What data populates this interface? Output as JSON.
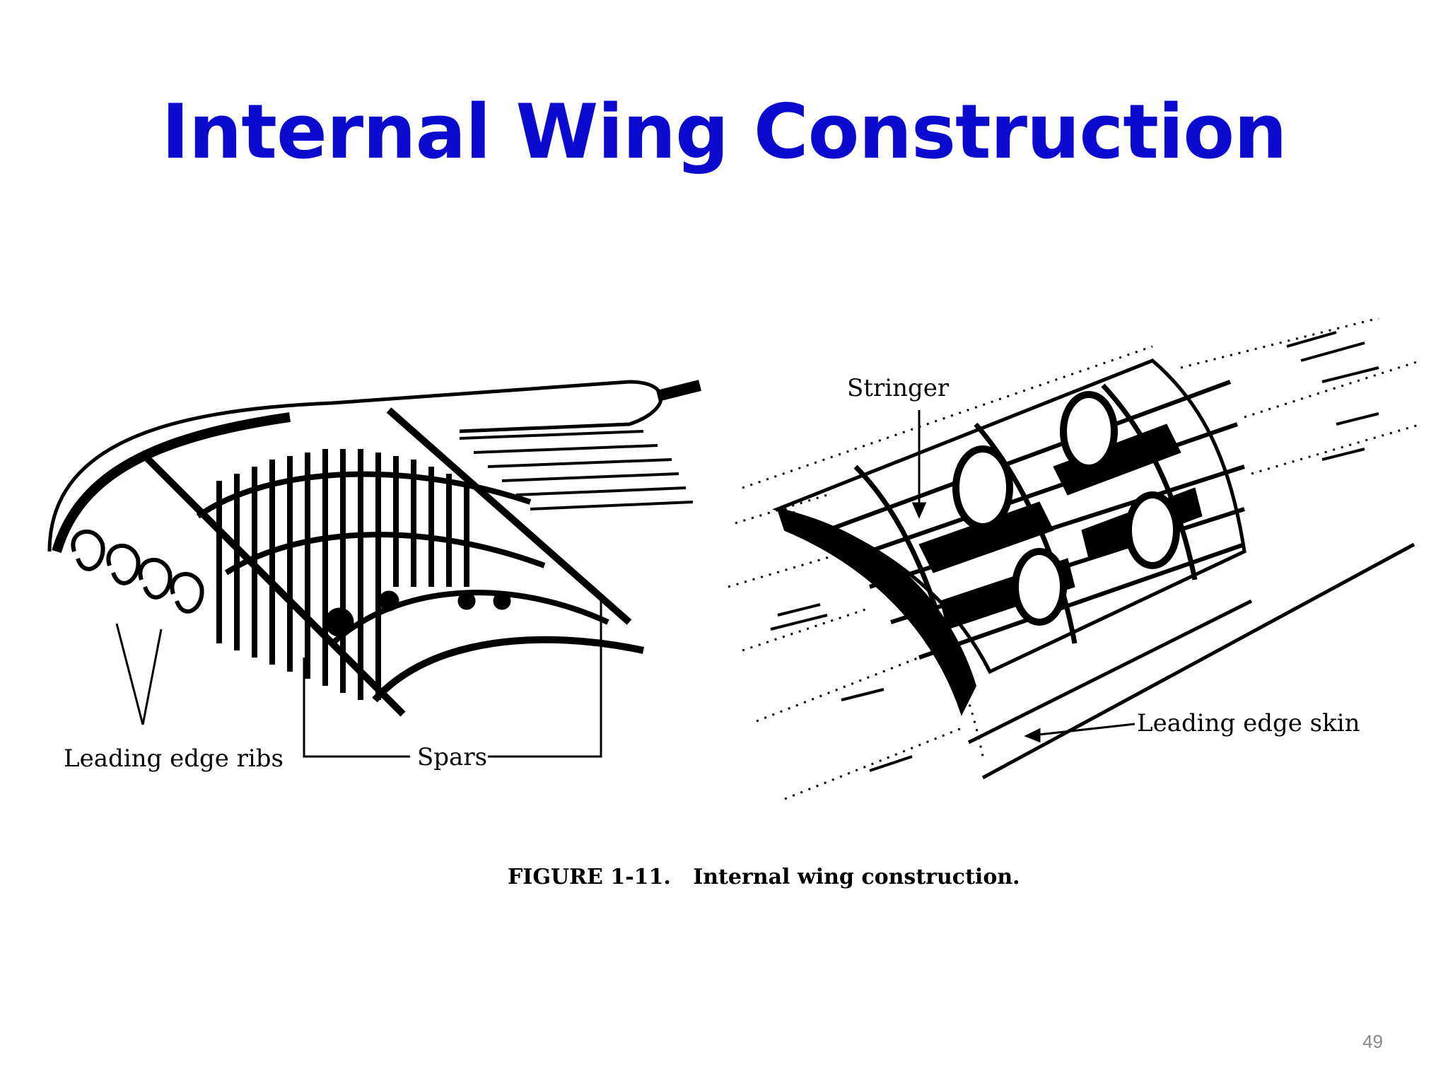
{
  "slide": {
    "title": "Internal Wing Construction",
    "page_number": "49"
  },
  "figure": {
    "left_labels": {
      "leading_edge_ribs": "Leading edge ribs",
      "spars": "Spars"
    },
    "right_labels": {
      "stringer": "Stringer",
      "leading_edge_skin": "Leading edge skin"
    },
    "caption": "FIGURE 1-11.   Internal wing construction."
  }
}
